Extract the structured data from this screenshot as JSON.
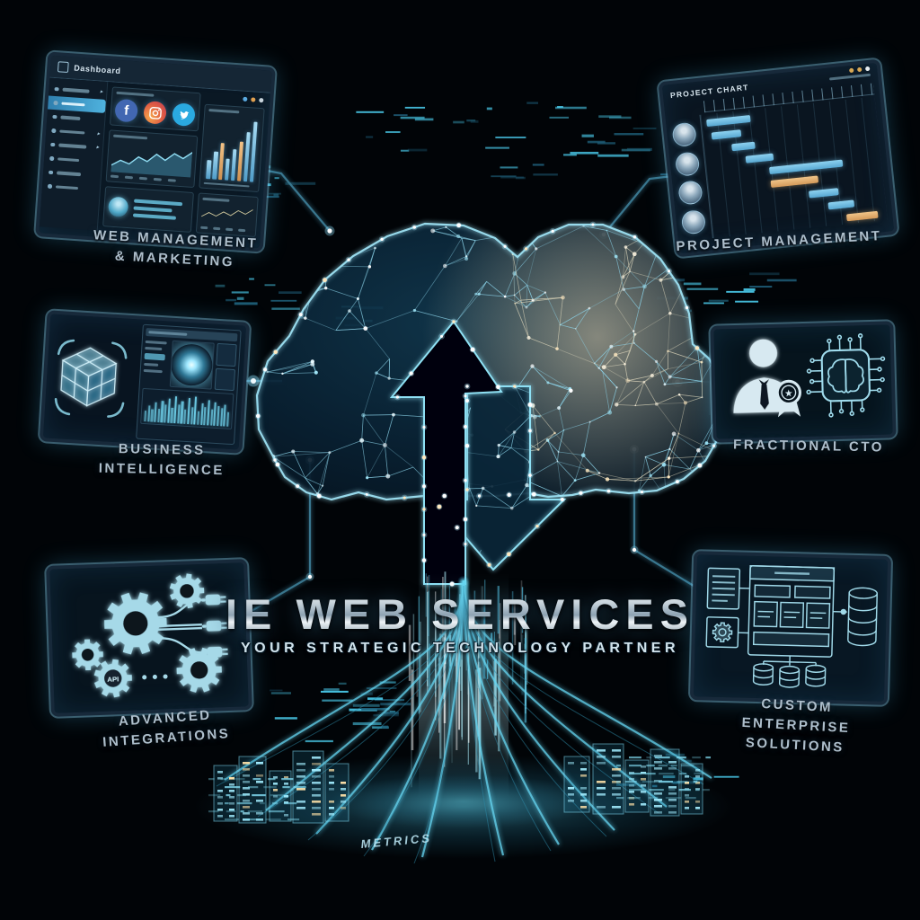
{
  "center": {
    "title": "IE WEB SERVICES",
    "subtitle": "YOUR STRATEGIC TECHNOLOGY PARTNER"
  },
  "bottom": {
    "metrics_label": "METRICS"
  },
  "colors": {
    "accent": "#52c7e3",
    "node_glow": "#ffffff",
    "warm_node": "#ffe2a8",
    "bar_blue": "#7cc8ec",
    "bar_orange": "#e8b97c",
    "facebook": "#4267b2",
    "instagram": "#d6604a",
    "twitter": "#2aa9e0",
    "label_text": "#aebfcc"
  },
  "panels": {
    "web_management": {
      "label_line1": "WEB MANAGEMENT",
      "label_line2": "& MARKETING",
      "app_title": "Dashboard",
      "facebook_glyph": "f",
      "icons": [
        "facebook-icon",
        "instagram-icon",
        "twitter-icon"
      ],
      "chart_bar": {
        "values": [
          30,
          44,
          58,
          34,
          50,
          62,
          78,
          95
        ],
        "orange_indexes": [
          2,
          5
        ]
      },
      "chart_area": [
        22,
        40,
        30,
        55,
        42,
        68,
        50,
        74,
        60,
        82
      ],
      "chart_spark": [
        35,
        58,
        42,
        66,
        50,
        78,
        62,
        88
      ]
    },
    "project_management": {
      "label_line1": "PROJECT MANAGEMENT",
      "title": "PROJECT CHART",
      "gantt_bars": [
        {
          "x": 3,
          "y": 4,
          "w": 25,
          "color": "b"
        },
        {
          "x": 5,
          "y": 15,
          "w": 17,
          "color": "b"
        },
        {
          "x": 16,
          "y": 26,
          "w": 13,
          "color": "b"
        },
        {
          "x": 23,
          "y": 37,
          "w": 16,
          "color": "b"
        },
        {
          "x": 36,
          "y": 48,
          "w": 42,
          "color": "b"
        },
        {
          "x": 36,
          "y": 59,
          "w": 27,
          "color": "o"
        },
        {
          "x": 57,
          "y": 70,
          "w": 17,
          "color": "b"
        },
        {
          "x": 67,
          "y": 81,
          "w": 15,
          "color": "b"
        },
        {
          "x": 77,
          "y": 92,
          "w": 18,
          "color": "o"
        }
      ]
    },
    "business_intelligence": {
      "label_line1": "BUSINESS",
      "label_line2": "INTELLIGENCE",
      "histogram": [
        35,
        52,
        40,
        66,
        45,
        72,
        58,
        80,
        50,
        88,
        62,
        75,
        48,
        84,
        56,
        90,
        44,
        70,
        60,
        82,
        52,
        76,
        64,
        58,
        72,
        46
      ]
    },
    "fractional_cto": {
      "label_line1": "FRACTIONAL CTO"
    },
    "advanced_integrations": {
      "label_line1": "ADVANCED",
      "label_line2": "INTEGRATIONS",
      "api_text": "API"
    },
    "custom_enterprise": {
      "label_line1": "CUSTOM ENTERPRISE",
      "label_line2": "SOLUTIONS"
    }
  }
}
